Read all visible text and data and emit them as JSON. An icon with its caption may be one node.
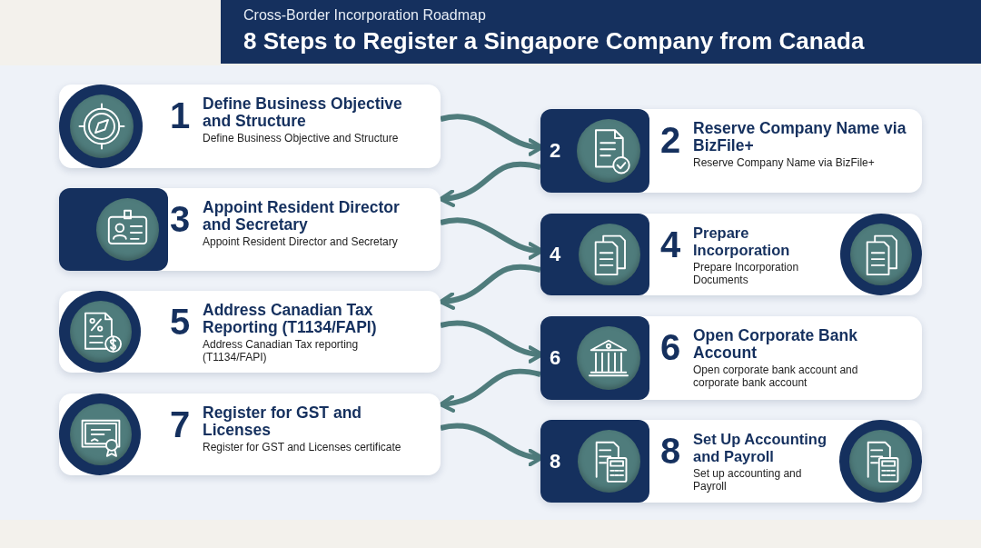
{
  "diagram": {
    "title": "8 Steps to Register a **Singapore** Company from Canada",
    "nodes": [
      {
        "text": [
          "1",
          "Define Business Objective and Structure",
          "Define Business Objective and Structure"
        ]
      },
      {
        "text": [
          "2",
          "2",
          "Reserve Company Name via BizFile+",
          "Reserve Company Name via BizFile+"
        ]
      },
      {
        "text": [
          "3",
          "Appoint Resident Director and Secretary",
          "Appoint Resident Director and Secretary"
        ]
      },
      {
        "text": [
          "4",
          "4",
          "Prepare Incorporation",
          "Prepare Incorporation Documents"
        ]
      },
      {
        "text": [
          "5",
          "Address Canadian Tax Reporting (T1134/FAPI)",
          "Address Canadian Tax reporting (T1134/FAPI)"
        ]
      },
      {
        "text": [
          "6",
          "6",
          "Open Corporate Bank Account",
          "Open corporate bank account and corporate bank account"
        ]
      },
      {
        "text": [
          "7",
          "Register for GST and Licenses",
          "Register for GST and Licenses certificate"
        ]
      },
      {
        "text": [
          "8",
          "8",
          "Set Up Accounting and Payroll",
          "Set up accounting and Payroll"
        ]
      }
    ],
    "edges": [
      {
        "from": 0,
        "to": 1,
        "arrow": "to"
      },
      {
        "from": 1,
        "to": 2,
        "arrow": "to"
      },
      {
        "from": 2,
        "to": 3,
        "arrow": "to"
      },
      {
        "from": 3,
        "to": 4,
        "arrow": "to"
      },
      {
        "from": 4,
        "to": 5,
        "arrow": "to"
      },
      {
        "from": 5,
        "to": 6,
        "arrow": "to"
      },
      {
        "from": 6,
        "to": 7,
        "arrow": "to"
      }
    ],
    "labels": [
      "Cross-Border Incorporation Roadmap"
    ]
  }
}
